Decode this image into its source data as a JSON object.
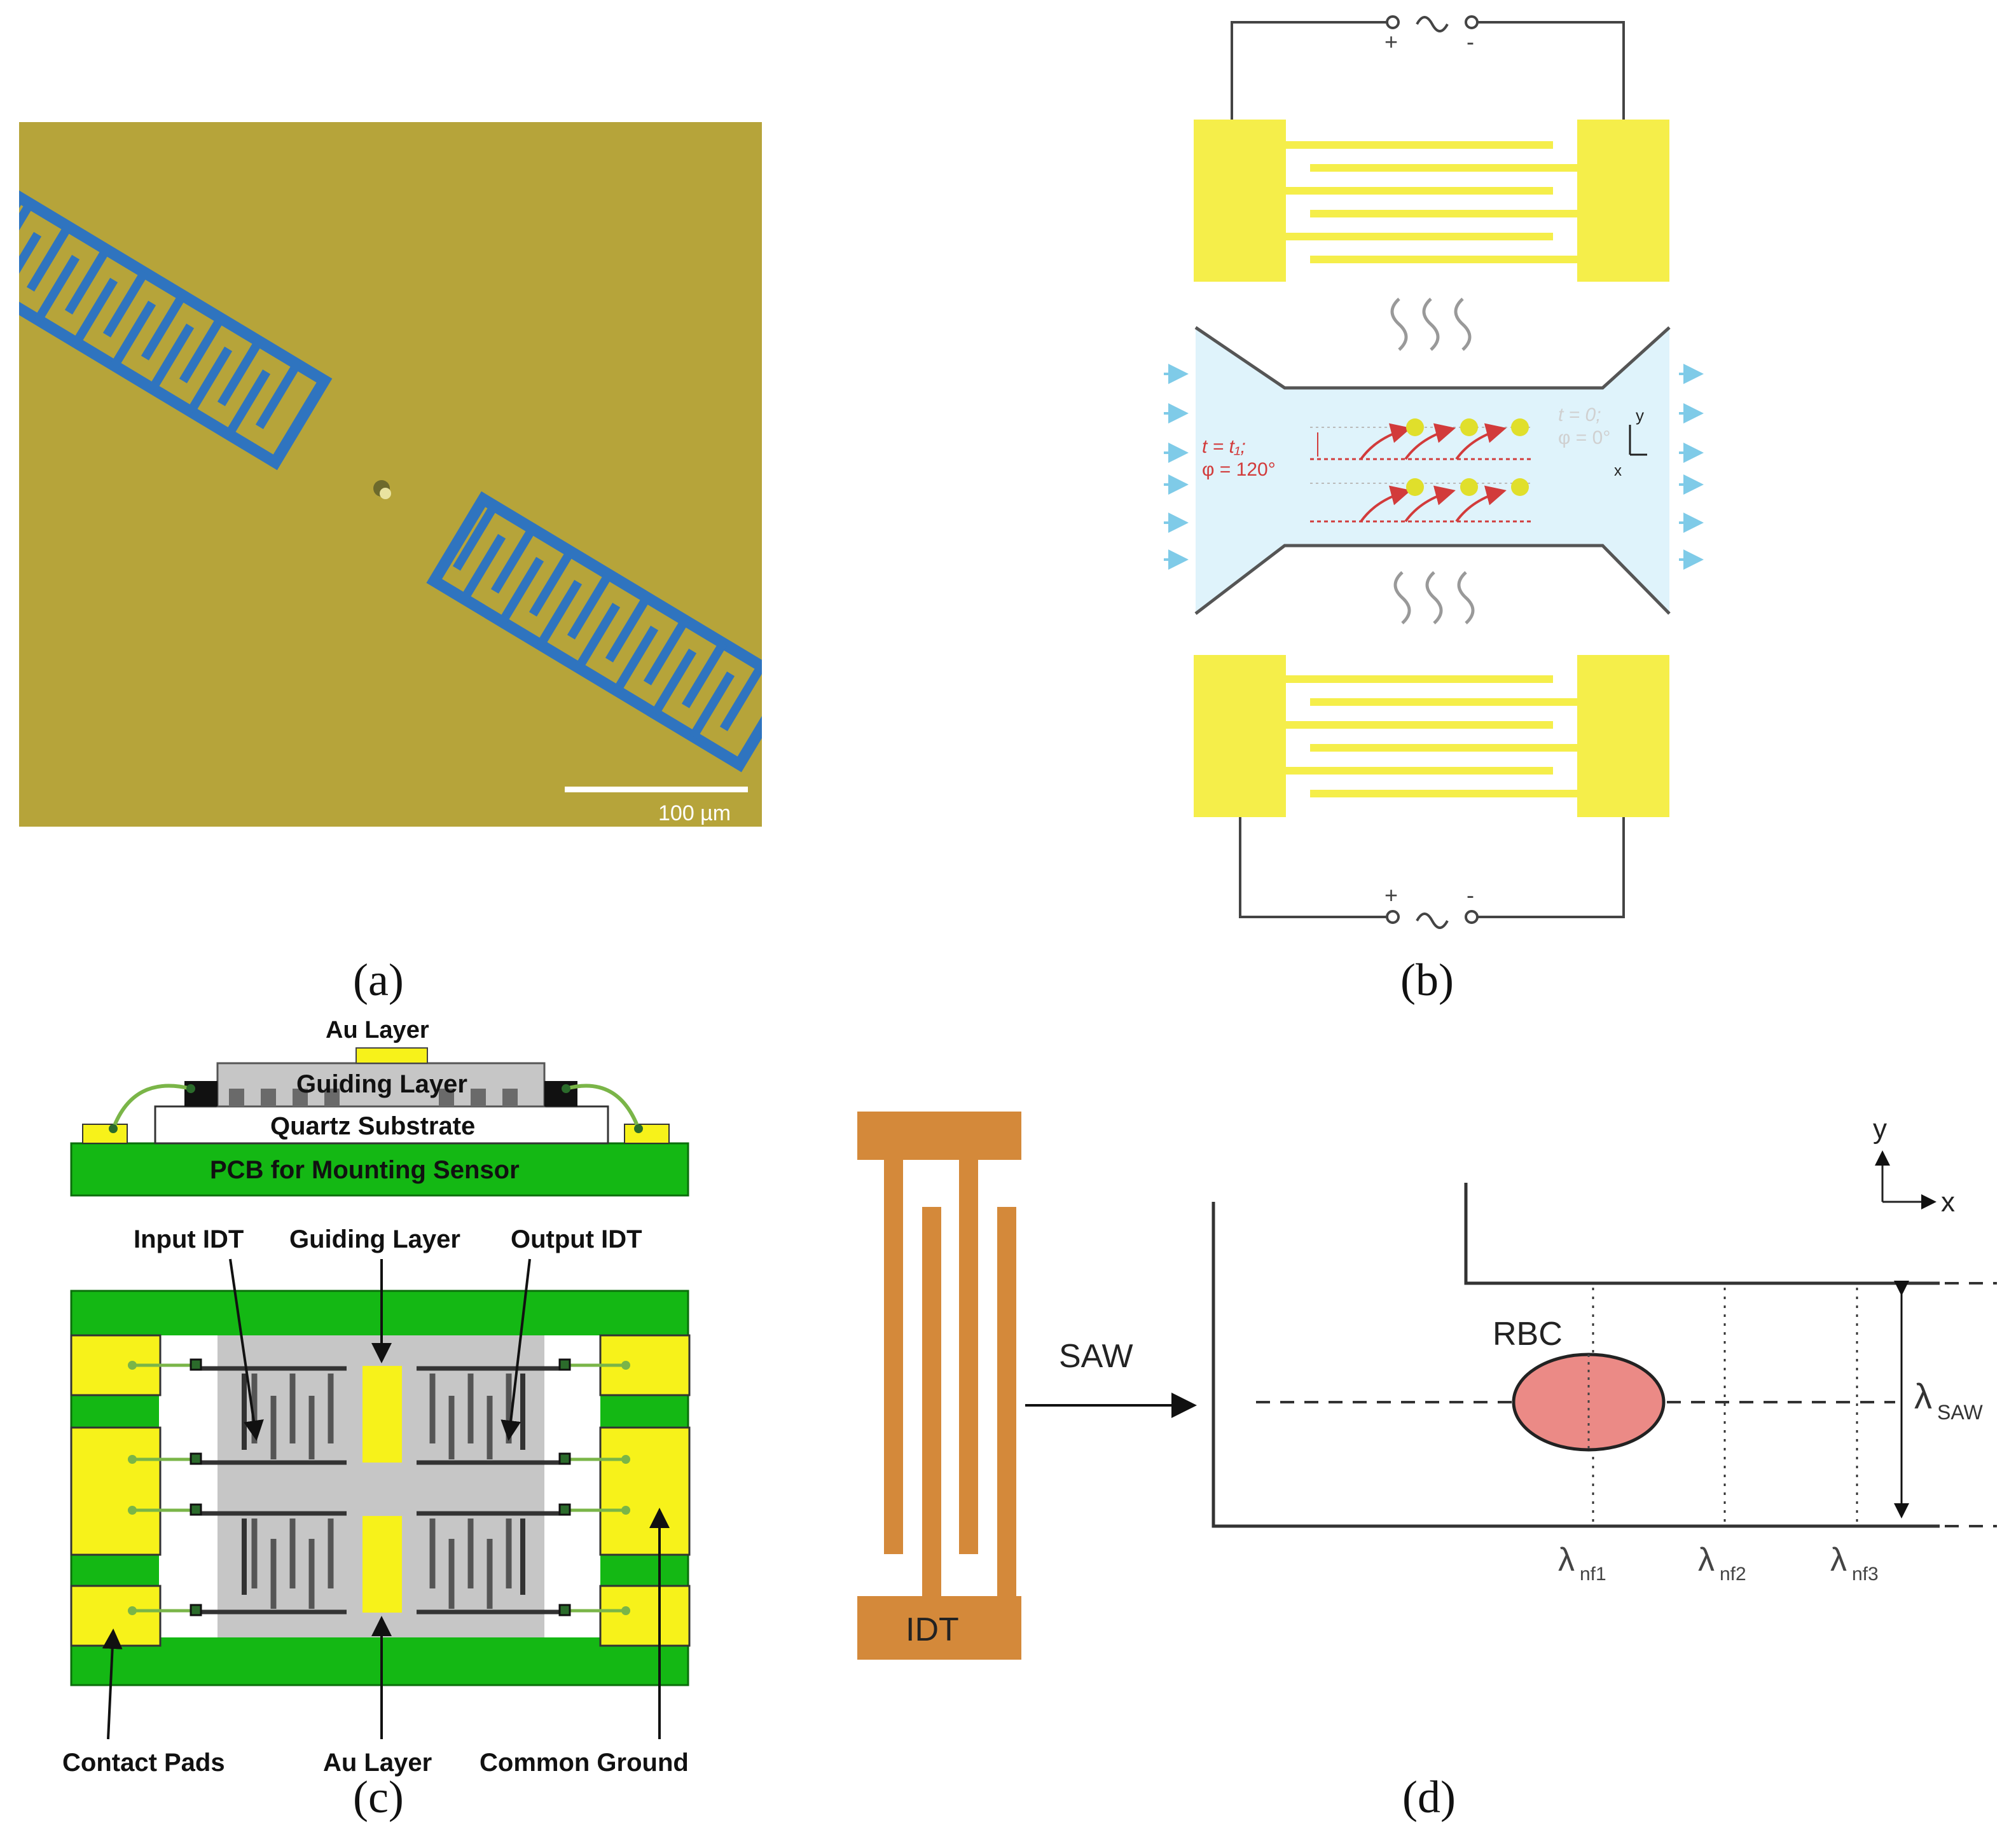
{
  "panels": {
    "a": {
      "caption": "(a)",
      "scale_bar_label": "100 µm",
      "colors": {
        "substrate": "#b6a43a",
        "electrode": "#2f74bf",
        "scale_bar": "#ffffff"
      }
    },
    "b": {
      "caption": "(b)",
      "source_top": {
        "plus": "+",
        "minus": "-",
        "wave": "~"
      },
      "source_bottom": {
        "plus": "+",
        "minus": "-",
        "wave": "~"
      },
      "annotation_left_1": "t = t₁;",
      "annotation_left_2": "φ = 120°",
      "annotation_right_1": "t = 0;",
      "annotation_right_2": "φ = 0°",
      "axis_y": "y",
      "axis_x": "x",
      "colors": {
        "electrode": "#f5ee4a",
        "bar": "#f0e44a",
        "channel": "#dff3fb",
        "particle": "#e0df2b",
        "trajectory": "#d23b3b"
      }
    },
    "c": {
      "caption": "(c)",
      "cross_section": {
        "au_layer": "Au Layer",
        "guiding_layer": "Guiding Layer",
        "quartz_substrate": "Quartz Substrate",
        "pcb": "PCB for Mounting Sensor"
      },
      "top_labels": {
        "input_idt": "Input IDT",
        "guiding_layer": "Guiding Layer",
        "output_idt": "Output IDT"
      },
      "bottom_labels": {
        "contact_pads": "Contact Pads",
        "au_layer": "Au Layer",
        "common_ground": "Common Ground"
      },
      "colors": {
        "pcb": "#14b814",
        "pad": "#f7f21a",
        "guiding": "#c6c6c6",
        "idt": "#555555"
      }
    },
    "d": {
      "caption": "(d)",
      "idt_label": "IDT",
      "saw_label": "SAW",
      "rbc_label": "RBC",
      "axis_y": "y",
      "axis_x": "x",
      "lambda_saw": "SAW",
      "lambda_nf": [
        "nf1",
        "nf2",
        "nf3"
      ],
      "lambda_symbol": "λ",
      "colors": {
        "idt": "#d4893a",
        "rbc_fill": "#eb8a86"
      }
    }
  }
}
